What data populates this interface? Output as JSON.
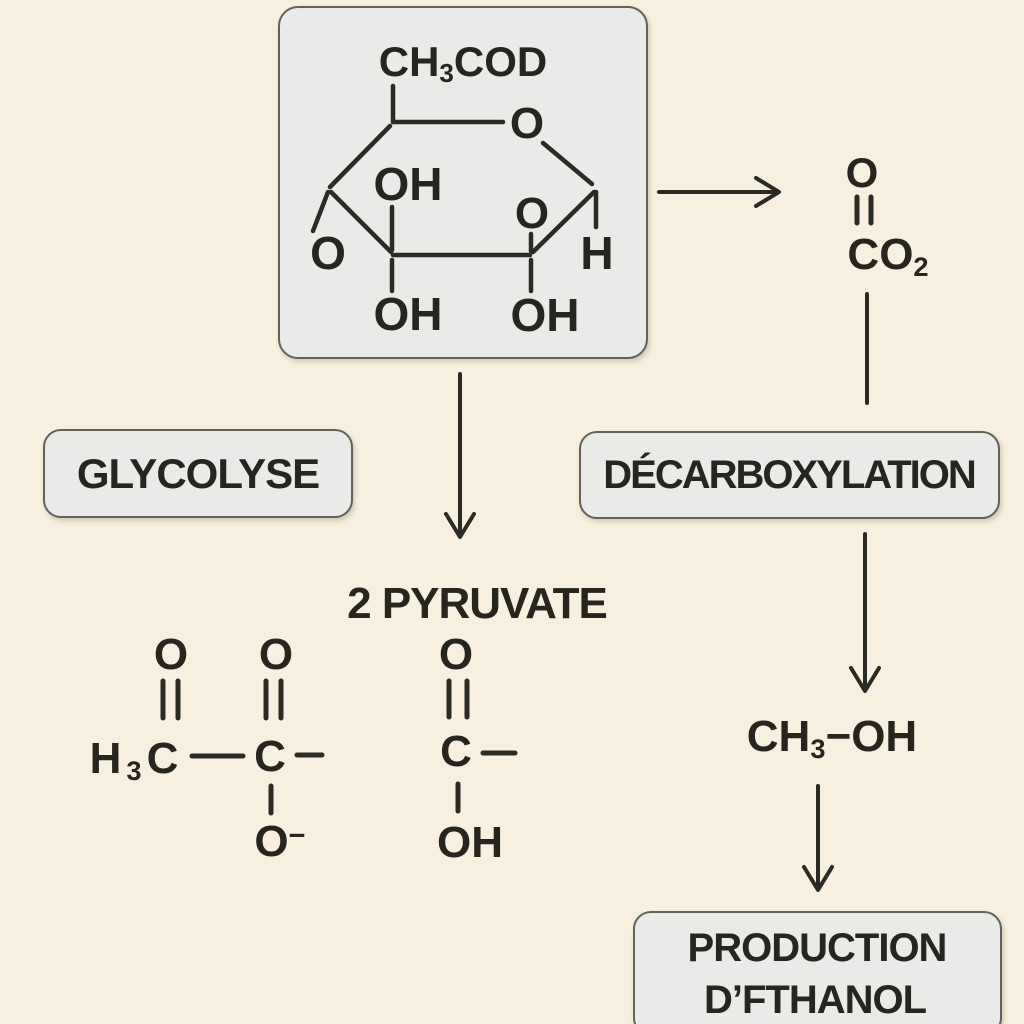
{
  "palette": {
    "background": "#f8f0de",
    "panel_fill": "#e8ebe7",
    "panel_border": "#62625a",
    "ink": "#2b2b26"
  },
  "glucose_panel": {
    "formula_top": {
      "pre": "CH",
      "sub": "3",
      "post": "COD"
    },
    "ring_oxygen": "O",
    "oh_top": "OH",
    "o_left": "O",
    "o_inner": "O",
    "h_right": "H",
    "oh_bottom_left": "OH",
    "oh_bottom_right": "OH"
  },
  "co2_group": {
    "o_top": "O",
    "formula": {
      "pre": "CO",
      "sub": "2"
    }
  },
  "process_labels": {
    "glycolysis": "GLYCOLYSE",
    "decarboxylation": "DÉCARBOXYLATION",
    "production_line1": "PRODUCTION",
    "production_line2": "D’FTHANOL"
  },
  "pyruvate_section": {
    "title": "2 PYRUVATE",
    "left_structure": {
      "o1": "O",
      "o2": "O",
      "h3c": {
        "pre": "H",
        "sub": "3",
        "post": "C"
      },
      "c2": "C",
      "o_minus": {
        "base": "O",
        "sup": "−"
      }
    },
    "right_structure": {
      "o": "O",
      "c": "C",
      "oh": "OH"
    }
  },
  "methanol_group": {
    "formula": {
      "pre": "CH",
      "sub": "3",
      "post": "−OH"
    }
  }
}
